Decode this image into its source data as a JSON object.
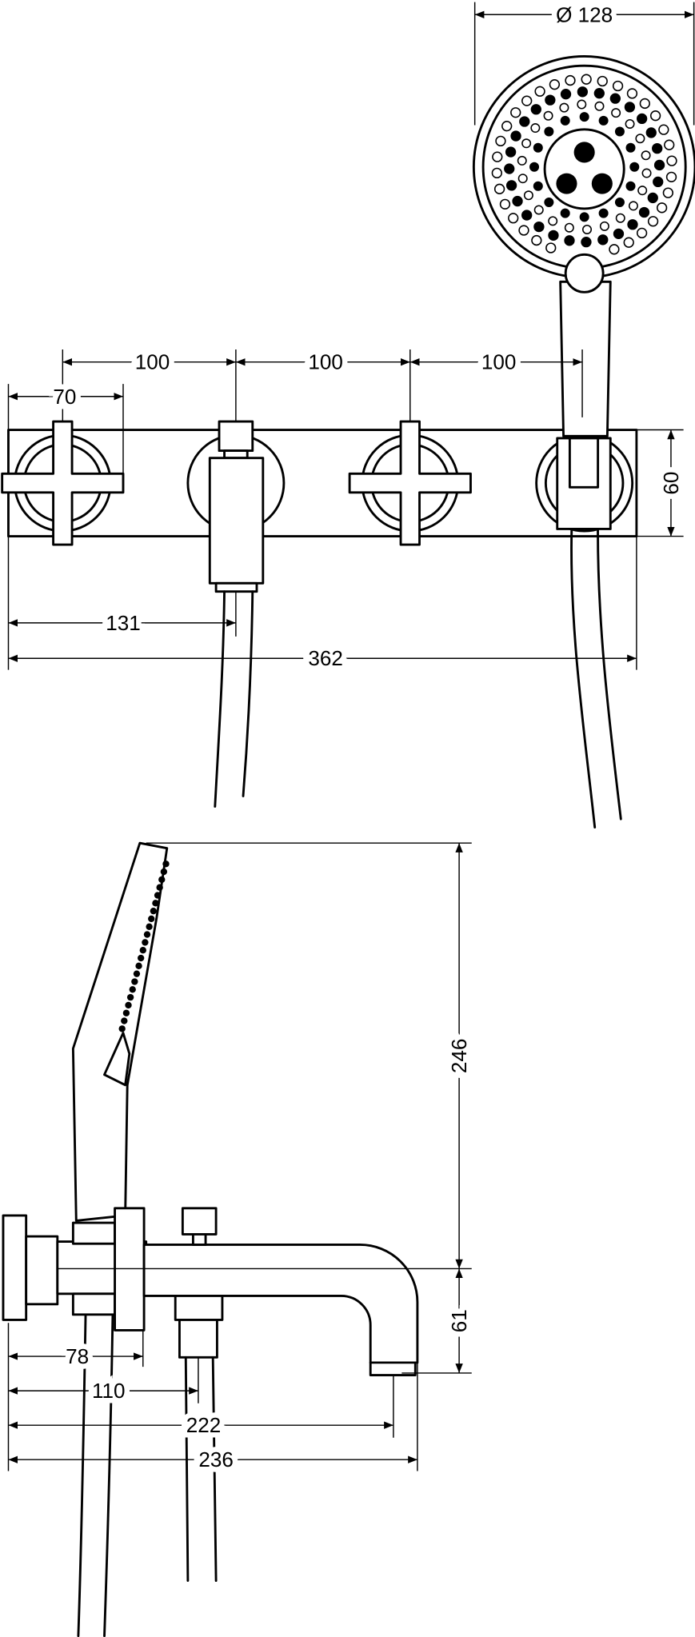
{
  "drawing": {
    "title": "Wall-mounted bath mixer with hand shower – dimension drawing",
    "front_view": {
      "hand_shower_diameter": "Ø 128",
      "spacing_1": "100",
      "spacing_2": "100",
      "spacing_3": "100",
      "handle_width": "70",
      "plate_height": "60",
      "spout_offset": "131",
      "plate_width": "362"
    },
    "side_view": {
      "shower_height": "246",
      "spout_drop": "61",
      "depth_78": "78",
      "depth_110": "110",
      "depth_222": "222",
      "projection_236": "236"
    }
  }
}
